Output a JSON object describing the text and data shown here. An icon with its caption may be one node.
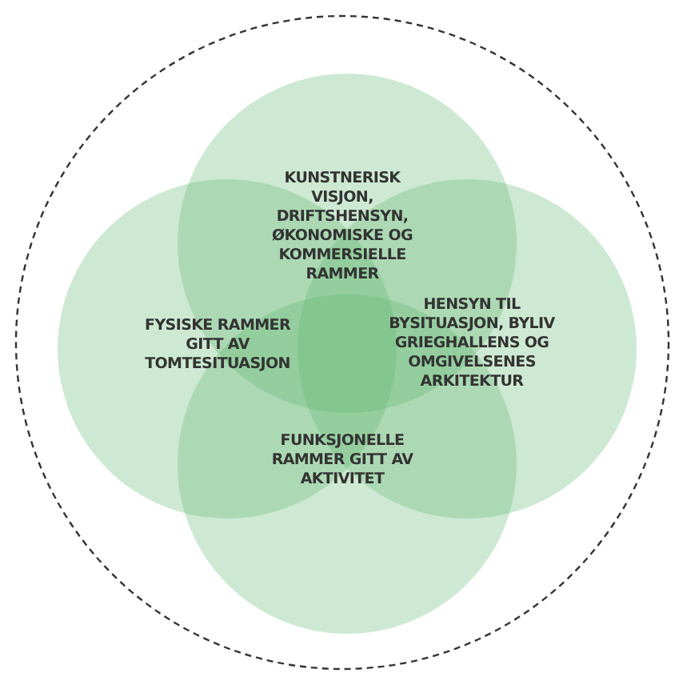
{
  "diagram": {
    "nodes": [
      {
        "text": [],
        "shape": "circle"
      },
      {
        "text": [
          "KUNSTNERISK VISJON, DRIFTSHENSYN, ØKONOMISKE OG KOMMERSIELLE RAMMER"
        ],
        "in": 0
      },
      {
        "text": [
          "FYSISKE RAMMER GITT AV TOMTESITUASJON"
        ],
        "in": 0
      },
      {
        "text": [
          "HENSYN TIL BYSITUASJON, BYLIV GRIEGHALLENS OG OMGIVELSENES ARKITEKTUR"
        ],
        "in": 0
      },
      {
        "text": [
          "FUNKSJONELLE RAMMER GITT AV AKTIVITET"
        ],
        "in": 0
      }
    ],
    "edges": []
  }
}
